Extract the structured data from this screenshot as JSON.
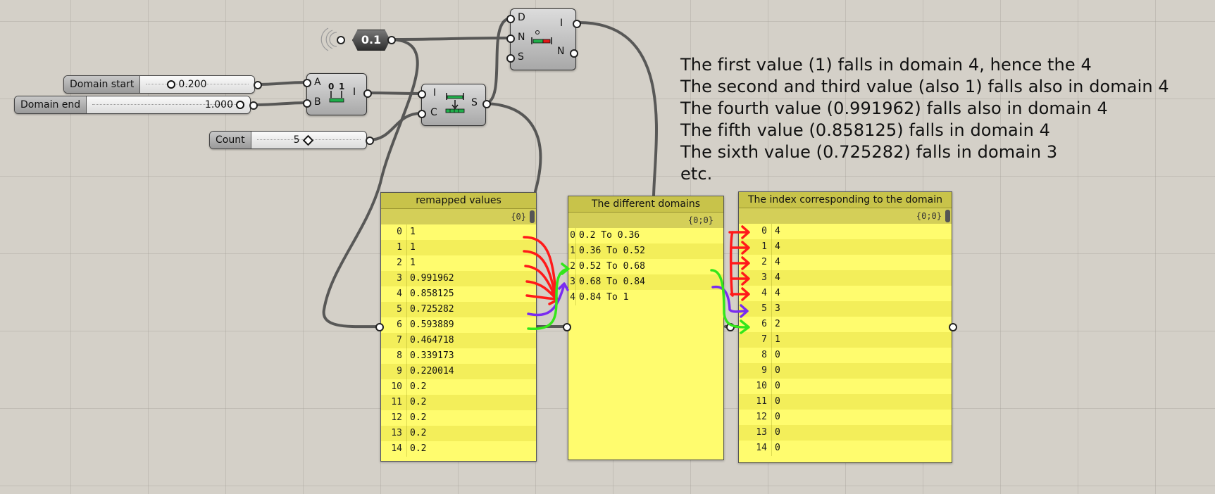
{
  "sliders": {
    "domain_start": {
      "label": "Domain start",
      "value": "0.200"
    },
    "domain_end": {
      "label": "Domain end",
      "value": "1.000"
    },
    "count": {
      "label": "Count",
      "value": "5"
    }
  },
  "number_param": {
    "value": "0.1"
  },
  "construct_domain": {
    "input_a": "A",
    "input_b": "B",
    "output_i": "I"
  },
  "divide_domain": {
    "input_i": "I",
    "input_c": "C",
    "output_s": "S"
  },
  "find_domain": {
    "input_d": "D",
    "input_n": "N",
    "input_s": "S",
    "output_i": "I",
    "output_n": "N"
  },
  "panels": {
    "remapped": {
      "title": "remapped values",
      "path": "{0}",
      "rows": [
        {
          "i": "0",
          "v": "1"
        },
        {
          "i": "1",
          "v": "1"
        },
        {
          "i": "2",
          "v": "1"
        },
        {
          "i": "3",
          "v": "0.991962"
        },
        {
          "i": "4",
          "v": "0.858125"
        },
        {
          "i": "5",
          "v": "0.725282"
        },
        {
          "i": "6",
          "v": "0.593889"
        },
        {
          "i": "7",
          "v": "0.464718"
        },
        {
          "i": "8",
          "v": "0.339173"
        },
        {
          "i": "9",
          "v": "0.220014"
        },
        {
          "i": "10",
          "v": "0.2"
        },
        {
          "i": "11",
          "v": "0.2"
        },
        {
          "i": "12",
          "v": "0.2"
        },
        {
          "i": "13",
          "v": "0.2"
        },
        {
          "i": "14",
          "v": "0.2"
        }
      ]
    },
    "domains": {
      "title": "The different domains",
      "path": "{0;0}",
      "rows": [
        {
          "i": "0",
          "v": "0.2 To 0.36"
        },
        {
          "i": "1",
          "v": "0.36 To 0.52"
        },
        {
          "i": "2",
          "v": "0.52 To 0.68"
        },
        {
          "i": "3",
          "v": "0.68 To 0.84"
        },
        {
          "i": "4",
          "v": "0.84 To 1"
        }
      ]
    },
    "index": {
      "title": "The index corresponding to the domain",
      "path": "{0;0}",
      "rows": [
        {
          "i": "0",
          "v": "4"
        },
        {
          "i": "1",
          "v": "4"
        },
        {
          "i": "2",
          "v": "4"
        },
        {
          "i": "3",
          "v": "4"
        },
        {
          "i": "4",
          "v": "4"
        },
        {
          "i": "5",
          "v": "3"
        },
        {
          "i": "6",
          "v": "2"
        },
        {
          "i": "7",
          "v": "1"
        },
        {
          "i": "8",
          "v": "0"
        },
        {
          "i": "9",
          "v": "0"
        },
        {
          "i": "10",
          "v": "0"
        },
        {
          "i": "11",
          "v": "0"
        },
        {
          "i": "12",
          "v": "0"
        },
        {
          "i": "13",
          "v": "0"
        },
        {
          "i": "14",
          "v": "0"
        }
      ]
    }
  },
  "annotation": {
    "lines": [
      "The first value (1) falls in domain 4, hence the 4",
      "The second and third value (also 1) falls also in domain 4",
      "The fourth value (0.991962) falls also in domain 4",
      "The fifth value (0.858125) falls in domain 4",
      "The sixth value (0.725282) falls in domain 3",
      "etc."
    ]
  },
  "colors": {
    "canvas": "#d4d0c8",
    "panel": "#fffc6e",
    "panel_header": "#c8c34a",
    "arrow_red": "#ff1a1a",
    "arrow_purple": "#7a2cf0",
    "arrow_green": "#33e61a"
  }
}
